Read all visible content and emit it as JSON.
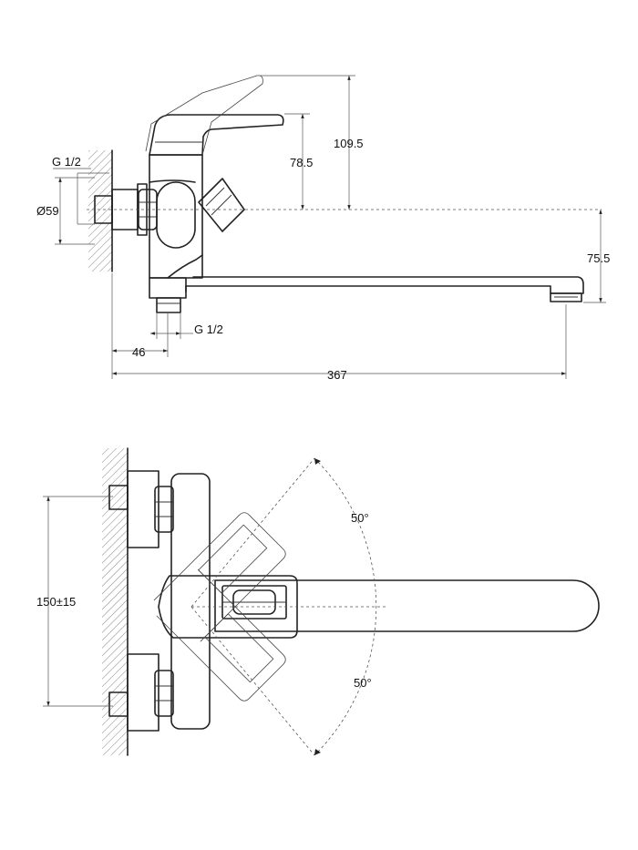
{
  "side_view": {
    "dims": {
      "thread_inlet": "G 1/2",
      "diameter": "Ø59",
      "outlet_thread": "G 1/2",
      "wall_to_axis": "46",
      "spout_length": "367",
      "lever_height_min": "78.5",
      "lever_height_max": "109.5",
      "spout_drop": "75.5"
    }
  },
  "top_view": {
    "dims": {
      "center_distance": "150±15",
      "rotation_up": "50°",
      "rotation_down": "50°"
    }
  },
  "colors": {
    "line": "#222222",
    "background": "#ffffff"
  }
}
